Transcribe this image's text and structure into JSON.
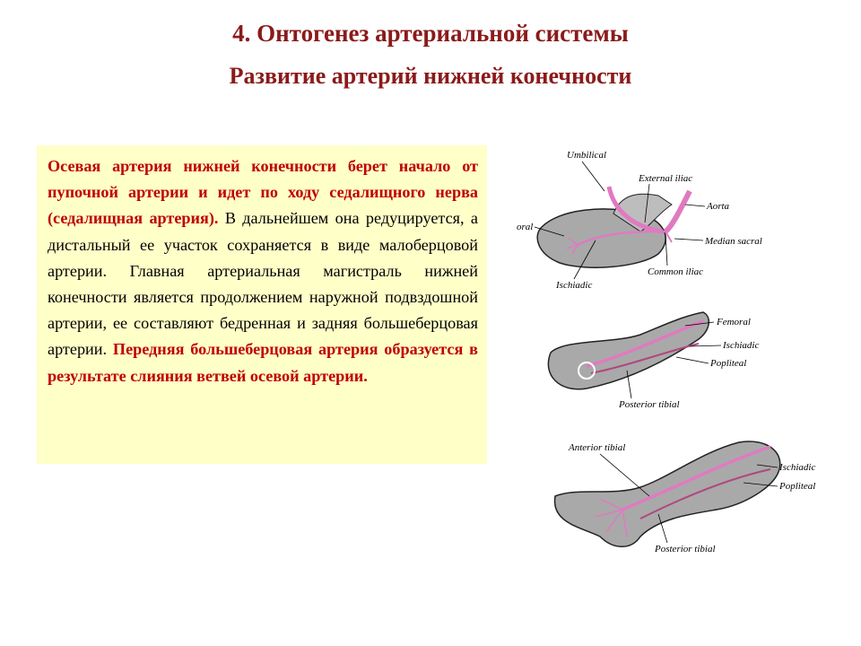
{
  "header": {
    "title": "4. Онтогенез артериальной системы",
    "subtitle": "Развитие артерий нижней конечности"
  },
  "body_text": {
    "part1": "Осевая артерия нижней конечности берет начало от пупочной артерии и идет по ходу седалищного нерва (седалищная артерия).",
    "part2": " В дальнейшем она редуцируется, а дистальный ее участок сохраняется в виде малоберцовой артерии. Главная артериальная магистраль нижней конечности является продолжением наружной подвздошной артерии, ее составляют бедренная и задняя большеберцовая артерии. ",
    "part3": "Передняя большеберцовая артерия образуется в результате слияния ветвей осевой артерии."
  },
  "figure": {
    "stage1": {
      "labels": [
        "Umbilical",
        "External iliac",
        "Aorta",
        "Median sacral",
        "Common iliac",
        "Ischiadic",
        "oral"
      ]
    },
    "stage2": {
      "labels": [
        "Femoral",
        "Ischiadic",
        "Popliteal",
        "Posterior tibial"
      ]
    },
    "stage3": {
      "labels": [
        "Anterior tibial",
        "Ischiadic",
        "Popliteal",
        "Posterior tibial"
      ]
    },
    "colors": {
      "artery": "#e07ac0",
      "limb": "#a9a9a9"
    }
  }
}
